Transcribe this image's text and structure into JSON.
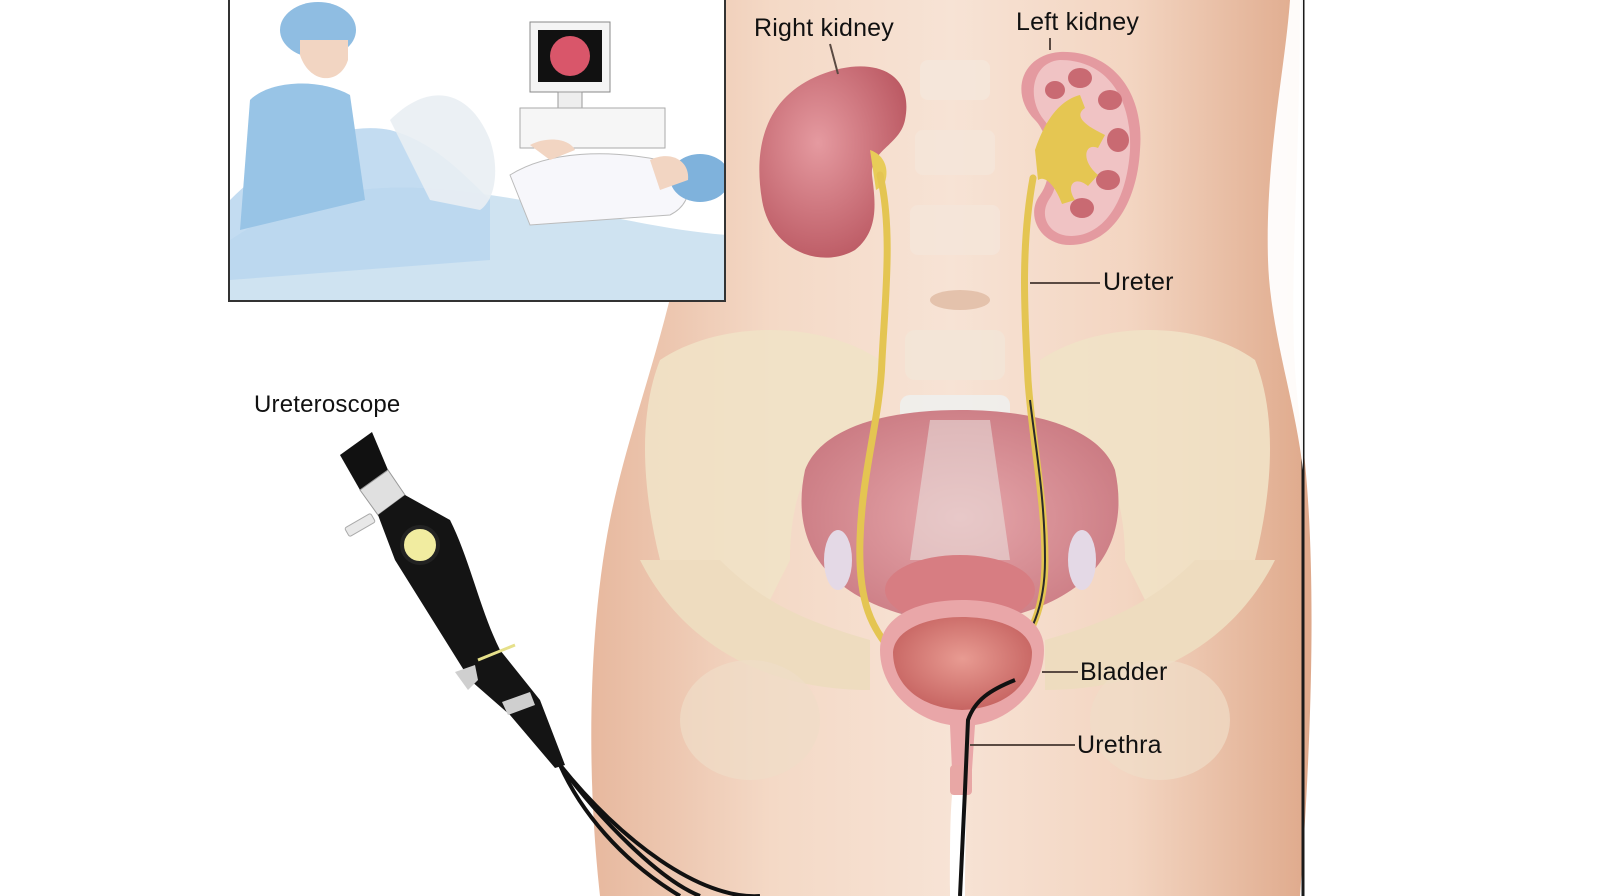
{
  "figure": {
    "subject": "Ureteroscopy procedure illustration",
    "labels": {
      "right_kidney": "Right kidney",
      "left_kidney": "Left kidney",
      "ureter": "Ureter",
      "bladder": "Bladder",
      "urethra": "Urethra",
      "ureteroscope": "Ureteroscope"
    },
    "inset": {
      "description": "Surgeon performing ureteroscopy on patient with monitor display"
    },
    "colors": {
      "skin": "#f2d2bd",
      "skin_dark": "#e0ad90",
      "kidney": "#c96a72",
      "ureter": "#e6cc5a",
      "bladder": "#d9858a",
      "bone": "#f1e2c6",
      "scope_body": "#161616",
      "scrubs": "#9cc6e6",
      "label_text": "#111111",
      "border": "#222222"
    }
  }
}
